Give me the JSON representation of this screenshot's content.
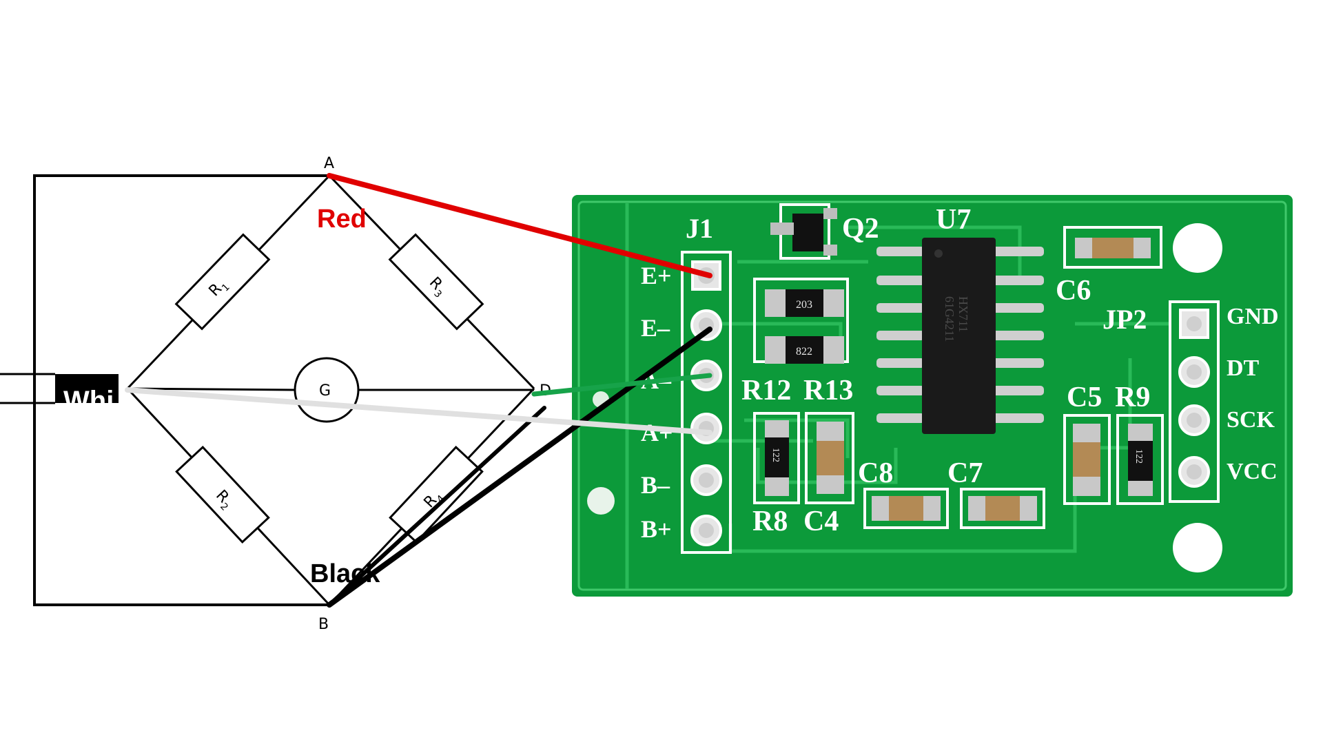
{
  "bridge": {
    "nodes": {
      "top": "A",
      "bottom": "B",
      "right": "D"
    },
    "resistors": [
      {
        "name": "R",
        "sub": "1"
      },
      {
        "name": "R",
        "sub": "3"
      },
      {
        "name": "R",
        "sub": "2"
      },
      {
        "name": "R",
        "sub": "4"
      }
    ],
    "meter": "G"
  },
  "wires": {
    "red": {
      "label": "Red",
      "color": "#e00000"
    },
    "black": {
      "label": "Black",
      "color": "#000000"
    },
    "white": {
      "label": "Whi",
      "color": "#e0e0e0"
    },
    "green": {
      "color": "#17a34a"
    }
  },
  "pcb": {
    "board_color": "#0c9a3a",
    "j1_label": "J1",
    "j1_pins": [
      "E+",
      "E–",
      "A–",
      "A+",
      "B–",
      "B+"
    ],
    "jp2_label": "JP2",
    "jp2_pins": [
      "GND",
      "DT",
      "SCK",
      "VCC"
    ],
    "chip_label": "U7",
    "chip_marking": [
      "HX711",
      "61G4211"
    ],
    "transistor_label": "Q2",
    "components": {
      "r_top": "203",
      "r_mid": "822",
      "r8": "122",
      "r9": "122"
    },
    "labels": {
      "c6": "C6",
      "r12": "R12",
      "r13": "R13",
      "c5": "C5",
      "r9": "R9",
      "c8": "C8",
      "c7": "C7",
      "r8": "R8",
      "c4": "C4"
    }
  }
}
